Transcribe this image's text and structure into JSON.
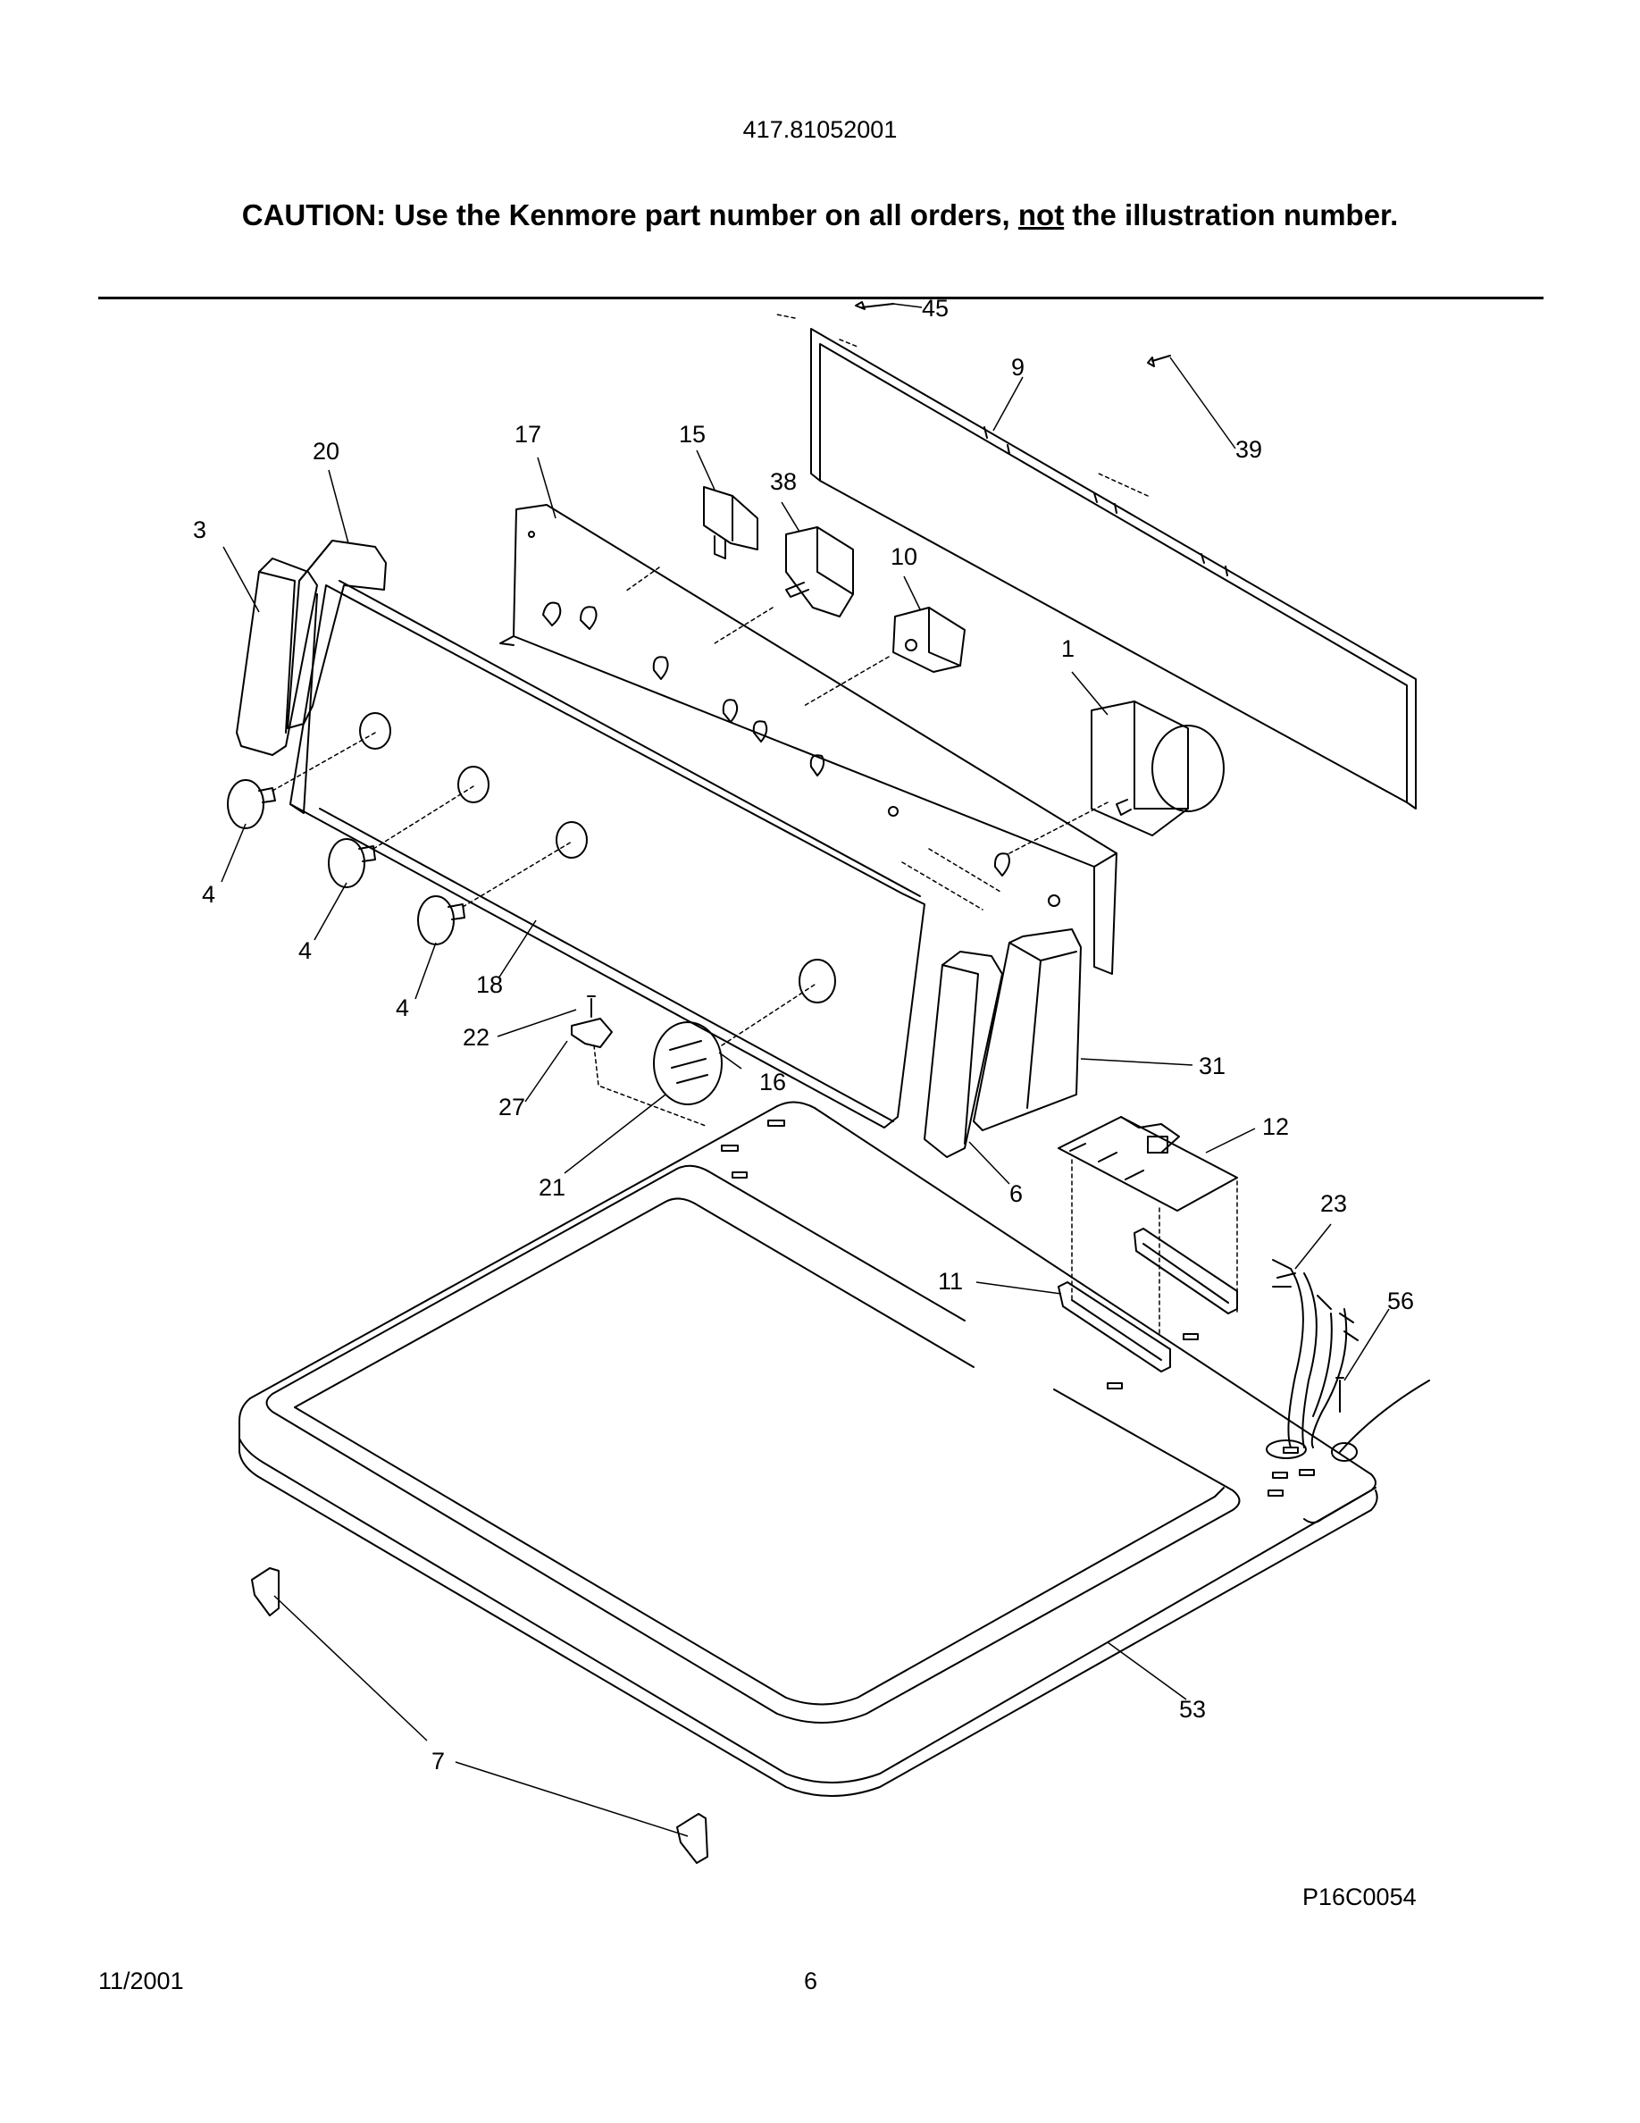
{
  "header": {
    "model_number": "417.81052001",
    "caution_prefix": "CAUTION: Use the Kenmore part number on all orders, ",
    "caution_emphasis": "not",
    "caution_suffix": " the illustration number."
  },
  "diagram": {
    "callouts": [
      {
        "id": "45",
        "label": "45"
      },
      {
        "id": "9",
        "label": "9"
      },
      {
        "id": "39",
        "label": "39"
      },
      {
        "id": "20",
        "label": "20"
      },
      {
        "id": "17",
        "label": "17"
      },
      {
        "id": "15",
        "label": "15"
      },
      {
        "id": "38",
        "label": "38"
      },
      {
        "id": "3",
        "label": "3"
      },
      {
        "id": "10",
        "label": "10"
      },
      {
        "id": "1",
        "label": "1"
      },
      {
        "id": "4a",
        "label": "4"
      },
      {
        "id": "4b",
        "label": "4"
      },
      {
        "id": "4c",
        "label": "4"
      },
      {
        "id": "18",
        "label": "18"
      },
      {
        "id": "22",
        "label": "22"
      },
      {
        "id": "16",
        "label": "16"
      },
      {
        "id": "31",
        "label": "31"
      },
      {
        "id": "27",
        "label": "27"
      },
      {
        "id": "12",
        "label": "12"
      },
      {
        "id": "21",
        "label": "21"
      },
      {
        "id": "6",
        "label": "6"
      },
      {
        "id": "23",
        "label": "23"
      },
      {
        "id": "11",
        "label": "11"
      },
      {
        "id": "56",
        "label": "56"
      },
      {
        "id": "53",
        "label": "53"
      },
      {
        "id": "7",
        "label": "7"
      }
    ],
    "illustration_code": "P16C0054"
  },
  "footer": {
    "date": "11/2001",
    "page_number": "6"
  }
}
